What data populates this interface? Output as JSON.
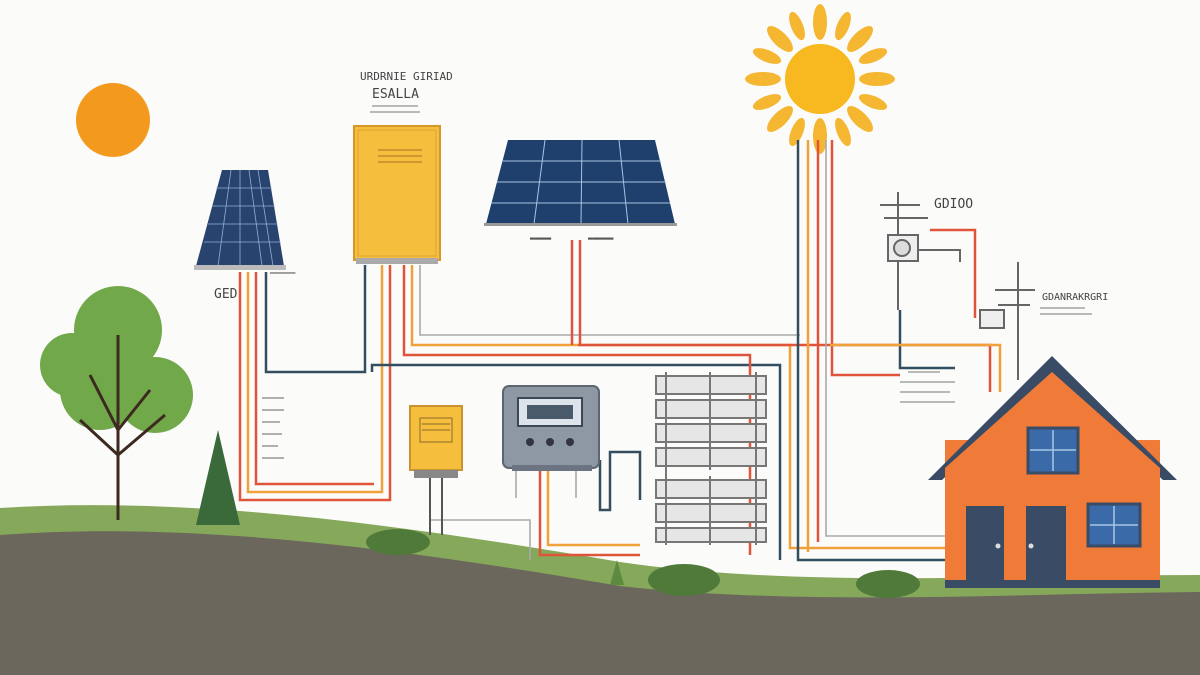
{
  "labels": {
    "inverter_title_1": "URDRNIE GIRIAD",
    "inverter_title_2": "ESALLA",
    "panel_left": "GED",
    "meter_label": "GDIOO",
    "utility_label": "GDANRAKRGRI"
  },
  "colors": {
    "sky": "#fbfbfa",
    "sun": "#f5a623",
    "sun_small": "#f39a1e",
    "panel": "#27436e",
    "inverter": "#f5be3c",
    "house_wall": "#f07b38",
    "house_roof": "#3a4b66",
    "ground": "#6b675c",
    "grass": "#86a85a",
    "tree": "#71a84a",
    "wire_red": "#e0543a",
    "wire_orange": "#f0a13a",
    "wire_dark": "#324e5f"
  }
}
